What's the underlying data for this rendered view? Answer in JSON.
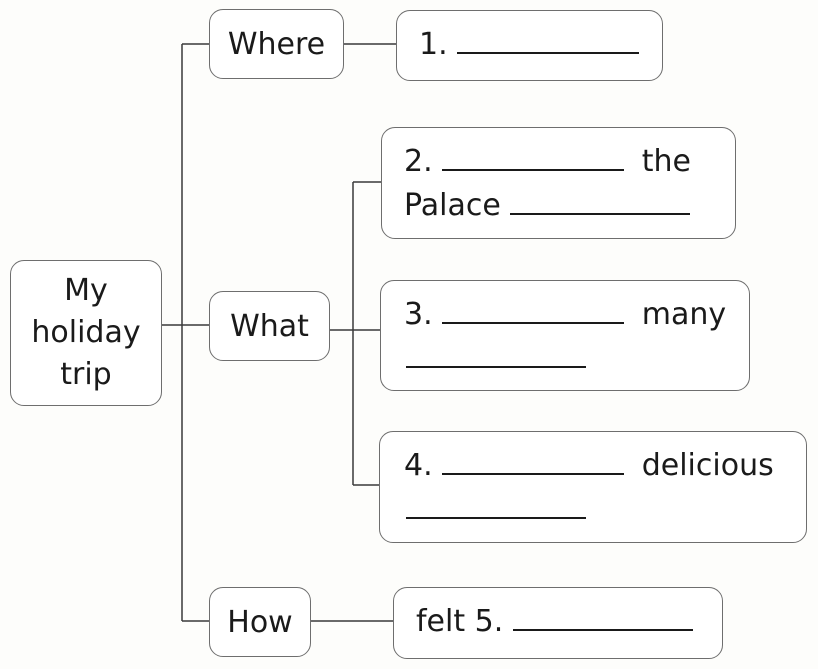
{
  "root": {
    "lines": [
      "My",
      "holiday",
      "trip"
    ]
  },
  "branches": {
    "where": {
      "label": "Where"
    },
    "what": {
      "label": "What"
    },
    "how": {
      "label": "How"
    }
  },
  "answers": {
    "a1": {
      "number": "1."
    },
    "a2": {
      "number": "2.",
      "word1": "the",
      "word2": "Palace"
    },
    "a3": {
      "number": "3.",
      "word1": "many"
    },
    "a4": {
      "number": "4.",
      "word1": "delicious"
    },
    "a5": {
      "prefix": "felt",
      "number": "5."
    }
  }
}
